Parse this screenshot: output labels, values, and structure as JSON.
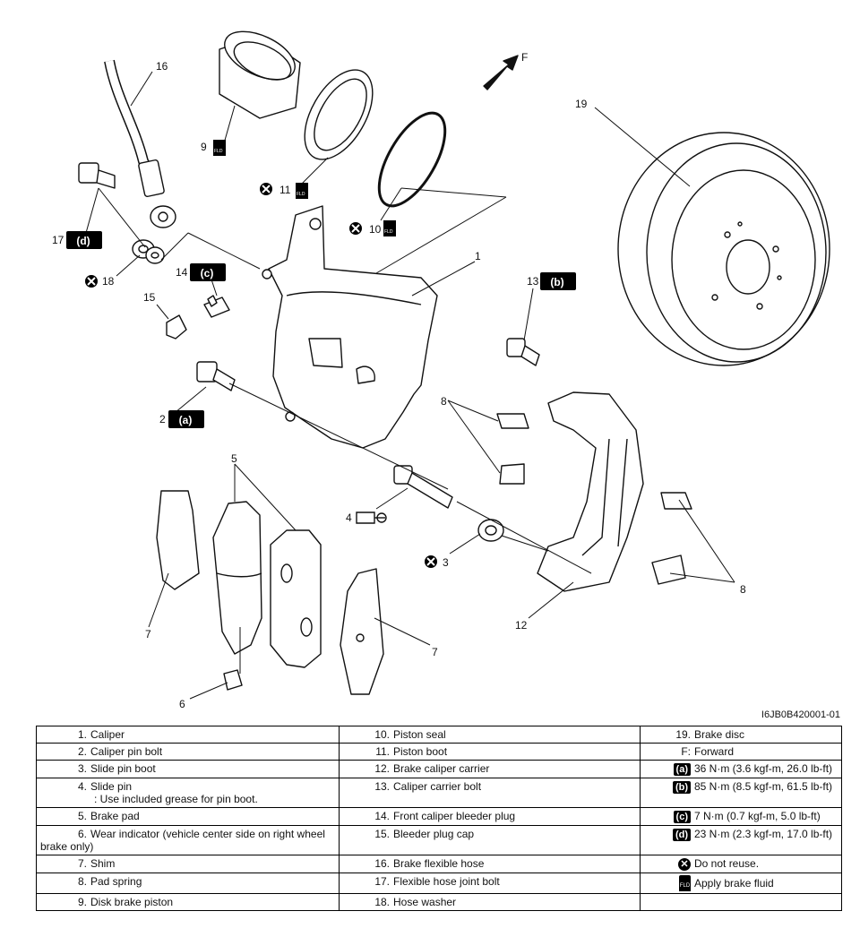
{
  "figure_id": "I6JB0B420001-01",
  "callouts": {
    "c1": "1",
    "c2": "2",
    "c3": "3",
    "c4": "4",
    "c5": "5",
    "c6": "6",
    "c7a": "7",
    "c7b": "7",
    "c8a": "8",
    "c8b": "8",
    "c9": "9",
    "c10": "10",
    "c11": "11",
    "c12": "12",
    "c13": "13",
    "c14": "14",
    "c15": "15",
    "c16": "16",
    "c17": "17",
    "c18": "18",
    "c19": "19",
    "f": "F"
  },
  "badges": {
    "a": "(a)",
    "b": "(b)",
    "c": "(c)",
    "d": "(d)",
    "fld": "FLD"
  },
  "legend": {
    "col1": [
      {
        "num": "1.",
        "text": "Caliper"
      },
      {
        "num": "2.",
        "text": "Caliper pin bolt"
      },
      {
        "num": "3.",
        "text": "Slide pin boot"
      },
      {
        "num": "4.",
        "text": "Slide pin",
        "sub": ": Use included grease for pin boot."
      },
      {
        "num": "5.",
        "text": "Brake pad"
      },
      {
        "num": "6.",
        "text": "Wear indicator (vehicle center side on right wheel brake only)"
      },
      {
        "num": "7.",
        "text": "Shim"
      },
      {
        "num": "8.",
        "text": "Pad spring"
      },
      {
        "num": "9.",
        "text": "Disk brake piston"
      }
    ],
    "col2": [
      {
        "num": "10.",
        "text": "Piston seal"
      },
      {
        "num": "11.",
        "text": "Piston boot"
      },
      {
        "num": "12.",
        "text": "Brake caliper carrier"
      },
      {
        "num": "13.",
        "text": "Caliper carrier bolt"
      },
      {
        "num": "14.",
        "text": "Front caliper bleeder plug"
      },
      {
        "num": "15.",
        "text": "Bleeder plug cap"
      },
      {
        "num": "16.",
        "text": "Brake flexible hose"
      },
      {
        "num": "17.",
        "text": "Flexible hose joint bolt"
      },
      {
        "num": "18.",
        "text": "Hose washer"
      }
    ],
    "col3": [
      {
        "num": "19.",
        "text": "Brake disc"
      },
      {
        "num": "F:",
        "text": "Forward"
      },
      {
        "badge": "(a)",
        "text": "36 N·m (3.6 kgf-m, 26.0 lb-ft)"
      },
      {
        "badge": "(b)",
        "text": "85 N·m (8.5 kgf-m, 61.5 lb-ft)"
      },
      {
        "badge": "(c)",
        "text": "7 N·m (0.7 kgf-m, 5.0 lb-ft)"
      },
      {
        "badge": "(d)",
        "text": "23 N·m (2.3 kgf-m, 17.0 lb-ft)"
      },
      {
        "icon": "do-not-reuse-icon",
        "text": "Do not reuse."
      },
      {
        "icon": "brake-fluid-icon",
        "text": "Apply brake fluid"
      },
      {
        "text": ""
      }
    ]
  }
}
